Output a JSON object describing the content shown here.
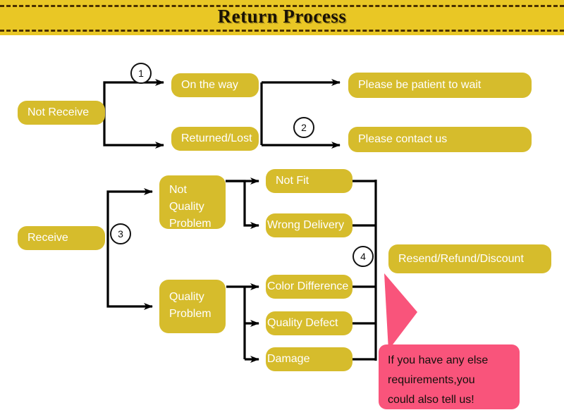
{
  "header": {
    "title": "Return Process"
  },
  "diagram": {
    "type": "flowchart",
    "nodes": {
      "not_receive": "Not Receive",
      "on_the_way": "On the way",
      "returned_lost": "Returned/Lost",
      "please_wait": "Please be patient to wait",
      "please_contact": "Please contact us",
      "receive": "Receive",
      "not_quality_problem": "Not Quality Problem",
      "quality_problem": "Quality Problem",
      "not_fit": "Not Fit",
      "wrong_delivery": "Wrong Delivery",
      "color_difference": "Color Difference",
      "quality_defect": "Quality Defect",
      "damage": "Damage",
      "resend_refund_discount": "Resend/Refund/Discount"
    },
    "steps": {
      "one": "1",
      "two": "2",
      "three": "3",
      "four": "4"
    }
  },
  "callout": {
    "line1": "If you have any else",
    "line2": "requirements,you",
    "line3": "could also tell us!"
  },
  "colors": {
    "header_band": "#e9c725",
    "node_fill": "#d6bc2c",
    "node_text": "#ffffff",
    "callout_fill": "#f9547b",
    "connector": "#000000",
    "title_text": "#1a1205"
  }
}
